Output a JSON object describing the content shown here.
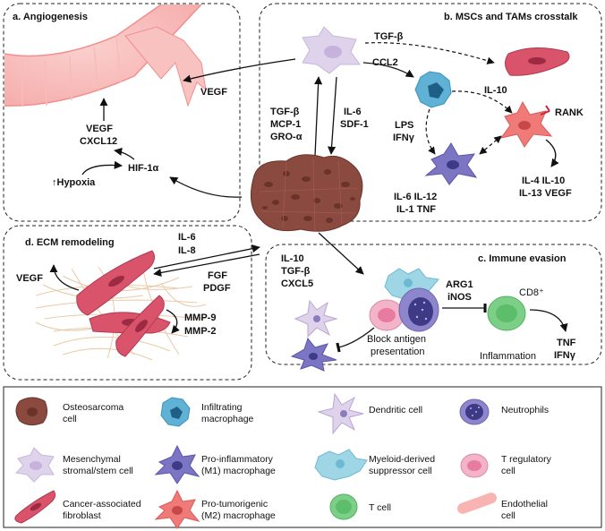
{
  "panels": {
    "a": "a. Angiogenesis",
    "b": "b. MSCs and TAMs crosstalk",
    "c": "c. Immune evasion",
    "d": "d. ECM remodeling"
  },
  "panel_a": {
    "vegf_cxcl12": [
      "VEGF",
      "CXCL12"
    ],
    "hif": "HIF-1α",
    "hypoxia": "↑Hypoxia",
    "vegf_in": "VEGF"
  },
  "panel_b": {
    "tgfb_top": "TGF-β",
    "ccl2": "CCL2",
    "left_factors": [
      "TGF-β",
      "MCP-1",
      "GRO-α"
    ],
    "right_factors": [
      "IL-6",
      "SDF-1"
    ],
    "il10": "IL-10",
    "rank": "RANK",
    "lps_ifn": [
      "LPS",
      "IFNγ"
    ],
    "m2_out": [
      "IL-4 IL-10",
      "IL-13 VEGF"
    ],
    "m1_out": [
      "IL-6 IL-12",
      "IL-1 TNF"
    ]
  },
  "panel_d": {
    "il6_il8": [
      "IL-6",
      "IL-8"
    ],
    "fgf_pdgf": [
      "FGF",
      "PDGF"
    ],
    "vegf": "VEGF",
    "mmp": [
      "MMP-9",
      "MMP-2"
    ]
  },
  "panel_c": {
    "inputs": [
      "IL-10",
      "TGF-β",
      "CXCL5"
    ],
    "arg_inos": [
      "ARG1",
      "iNOS"
    ],
    "cd8": "CD8⁺",
    "block": [
      "Block antigen",
      "presentation"
    ],
    "inflammation": "Inflammation",
    "tnf_ifn": [
      "TNF",
      "IFNγ"
    ]
  },
  "legend": [
    {
      "lines": [
        "Osteosarcoma",
        "cell"
      ],
      "icon": "osteosarcoma-cell-icon"
    },
    {
      "lines": [
        "Infiltrating",
        "macrophage"
      ],
      "icon": "infiltrating-macrophage-icon"
    },
    {
      "lines": [
        "Dendritic cell"
      ],
      "icon": "dendritic-cell-icon"
    },
    {
      "lines": [
        "Neutrophils"
      ],
      "icon": "neutrophil-icon"
    },
    {
      "lines": [
        "Mesenchymal",
        "stromal/stem cell"
      ],
      "icon": "msc-icon"
    },
    {
      "lines": [
        "Pro-inflammatory",
        "(M1) macrophage"
      ],
      "icon": "m1-macrophage-icon"
    },
    {
      "lines": [
        "Myeloid-derived",
        "suppressor cell"
      ],
      "icon": "mdsc-icon"
    },
    {
      "lines": [
        "T regulatory",
        "cell"
      ],
      "icon": "treg-icon"
    },
    {
      "lines": [
        "Cancer-associated",
        "fibroblast"
      ],
      "icon": "caf-icon"
    },
    {
      "lines": [
        "Pro-tumorigenic",
        "(M2) macrophage"
      ],
      "icon": "m2-macrophage-icon"
    },
    {
      "lines": [
        "T cell"
      ],
      "icon": "t-cell-icon"
    },
    {
      "lines": [
        "Endothelial",
        "cell"
      ],
      "icon": "endothelial-cell-icon"
    }
  ],
  "colors": {
    "osteosarcoma": "#8b4a3f",
    "fibroblast": "#d9536a",
    "m2": "#f07a78",
    "m1": "#7b75c4",
    "macrophage": "#5fb2d6",
    "msc": "#ded3ea",
    "tcell": "#7ccf86",
    "treg": "#f3b3c8",
    "neutrophil": "#8e86cc",
    "mdsc": "#9fd6e6",
    "endothelial": "#f7b4b2"
  }
}
